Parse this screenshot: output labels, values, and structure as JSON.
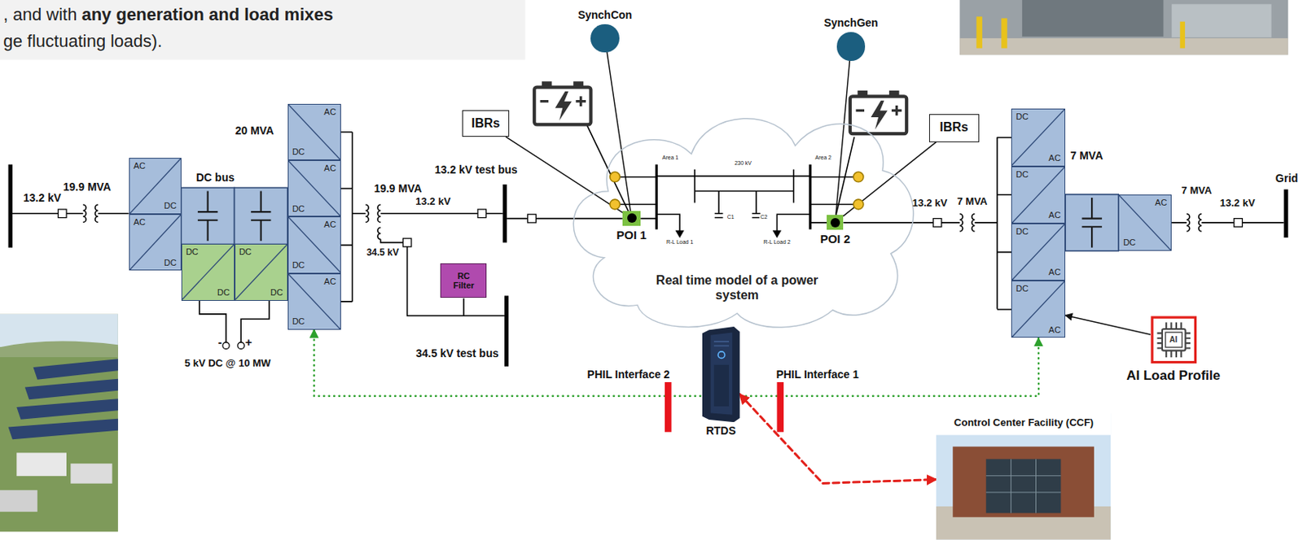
{
  "diagram": {
    "nodes": [
      {
        "text": [
          "AC",
          "DC"
        ]
      },
      {
        "text": [
          "AC",
          "DC"
        ]
      },
      {
        "text": [
          "DC",
          "DC"
        ]
      },
      {
        "text": [
          "DC",
          "DC"
        ]
      },
      {
        "text": [
          "AC",
          "DC"
        ]
      },
      {
        "text": [
          "AC",
          "DC"
        ]
      },
      {
        "text": [
          "AC",
          "DC"
        ]
      },
      {
        "text": [
          "AC",
          "DC"
        ]
      },
      {
        "text": [
          "IBRs"
        ]
      },
      {
        "text": [
          "SynchCon"
        ]
      },
      {
        "text": [
          "RC Filter"
        ]
      },
      {
        "text": [
          "Real time model of a power system"
        ]
      },
      {
        "text": [
          "POI 1"
        ],
        "in": 11
      },
      {
        "text": [
          "POI 2"
        ],
        "in": 11
      },
      {
        "text": [
          "SynchGen"
        ]
      },
      {
        "text": [
          "IBRs"
        ]
      },
      {
        "text": [
          "DC",
          "AC"
        ]
      },
      {
        "text": [
          "DC",
          "AC"
        ]
      },
      {
        "text": [
          "DC",
          "AC"
        ]
      },
      {
        "text": [
          "DC",
          "AC"
        ]
      },
      {
        "text": [
          "AC",
          "DC"
        ]
      },
      {
        "text": [
          "AI",
          "AI Load Profile"
        ]
      },
      {
        "text": [
          "RTDS"
        ]
      },
      {
        "text": [
          "Control Center Facility (CCF)"
        ]
      }
    ],
    "edges": [
      {
        "from": 8,
        "to": 12,
        "arrow": "none"
      },
      {
        "from": 9,
        "to": 12,
        "arrow": "none"
      },
      {
        "from": 14,
        "to": 13,
        "arrow": "none"
      },
      {
        "from": 15,
        "to": 13,
        "arrow": "none"
      },
      {
        "from": 7,
        "to": 19,
        "arrow": "both"
      },
      {
        "from": 21,
        "to": 19,
        "arrow": "to"
      },
      {
        "from": 22,
        "to": 23,
        "arrow": "both"
      }
    ],
    "labels": [
      ", and with",
      "any generation and load mixes",
      "ge fluctuating loads).",
      "13.2 kV",
      "19.9 MVA",
      "DC bus",
      "20 MVA",
      "5 kV DC @ 10 MW",
      "-",
      "+",
      "19.9 MVA",
      "13.2 kV",
      "34.5 kV",
      "13.2 kV test bus",
      "34.5 kV test bus",
      "Area 1",
      "230 kV",
      "Area 2",
      "C1",
      "C2",
      "R-L Load 1",
      "R-L Load 2",
      "13.2 kV",
      "7 MVA",
      "7 MVA",
      "7 MVA",
      "13.2 kV",
      "Grid",
      "PHIL Interface 2",
      "PHIL Interface 1"
    ]
  }
}
